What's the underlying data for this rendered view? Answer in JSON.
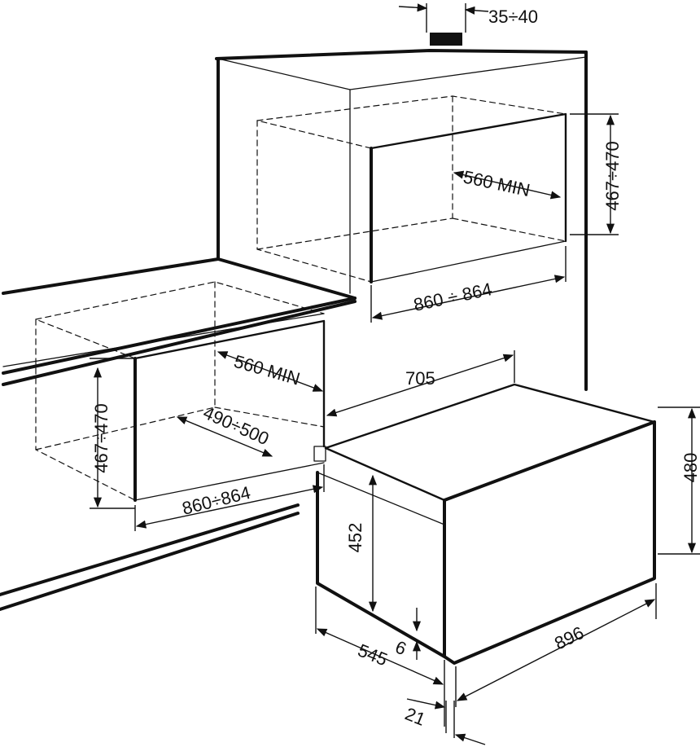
{
  "labels": {
    "top_gap": "35÷40",
    "upper_depth": "560 MIN",
    "upper_height": "467÷470",
    "upper_width": "860 ÷ 864",
    "lower_depth": "560 MIN",
    "lower_height": "467÷470",
    "lower_inner_depth": "490÷500",
    "lower_width": "860÷864",
    "appliance_depth": "705",
    "appliance_height": "480",
    "front_height": "452",
    "front_width": "896",
    "side_depth": "545",
    "panel_thickness": "6",
    "offset": "21"
  }
}
